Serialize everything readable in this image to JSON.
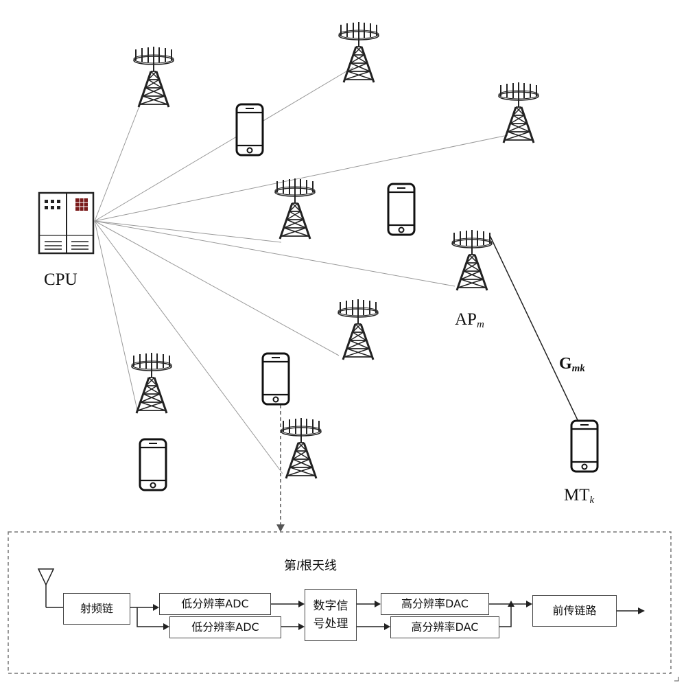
{
  "nodes": {
    "cpu_label": "CPU",
    "ap_label_main": "AP",
    "ap_label_sub": "m",
    "link_label_main": "G",
    "link_label_sub": "mk",
    "mt_label_main": "MT",
    "mt_label_sub": "k"
  },
  "antenna_chain": {
    "title_prefix": "第",
    "title_var": "l",
    "title_suffix": "根天线",
    "blocks": {
      "rf_chain": "射频链",
      "adc_upper": "低分辨率ADC",
      "adc_lower": "低分辨率ADC",
      "dsp_line1": "数字信",
      "dsp_line2": "号处理",
      "dac_upper": "高分辨率DAC",
      "dac_lower": "高分辨率DAC",
      "fronthaul": "前传链路"
    }
  }
}
